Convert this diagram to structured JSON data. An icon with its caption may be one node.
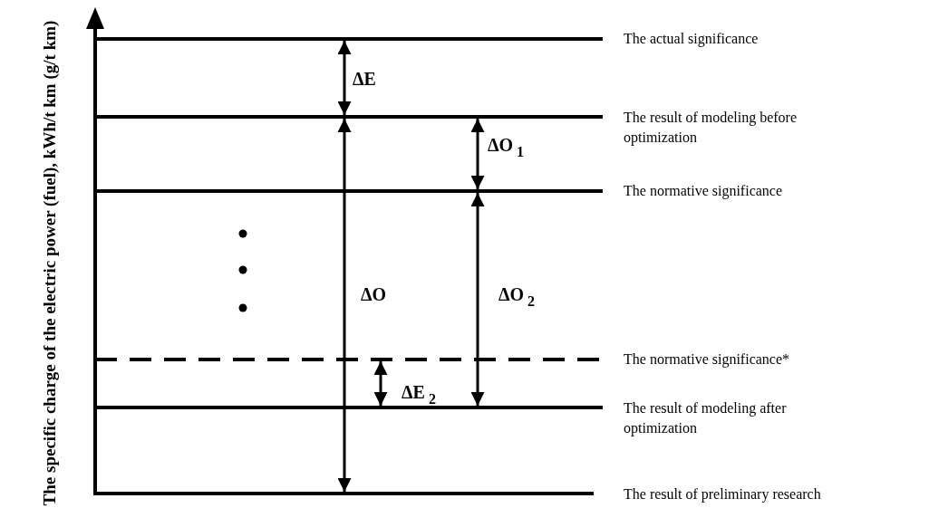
{
  "diagram": {
    "labels": [
      "The specific charge of the electric power (fuel), kWh/t km (g/t km)",
      "The actual significance",
      "ΔE",
      "The result of modeling before optimization",
      "ΔO$_{1}$",
      "The normative significance",
      "ΔO",
      "ΔO$_{2}$",
      "The normative significance*",
      "ΔE$_{2}$",
      "The result of modeling after optimization",
      "The result of preliminary research"
    ]
  }
}
